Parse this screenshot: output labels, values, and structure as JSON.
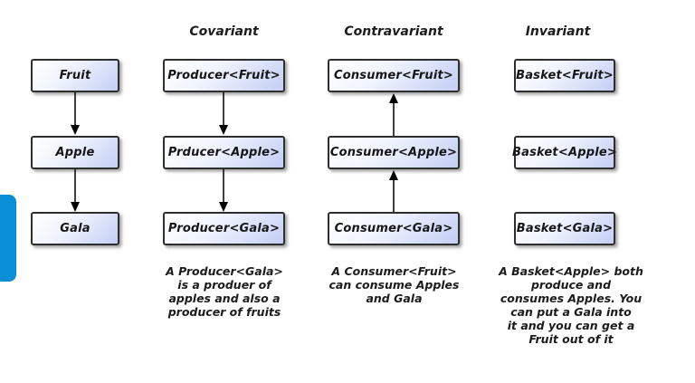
{
  "diagram": {
    "accent_colors": {
      "side_tab_blue": "#0a8fd6",
      "box_fill_light": "#ffffff",
      "box_fill_dark": "#c4cef5",
      "box_border": "#2e2e2e",
      "arrow_color": "#000000"
    },
    "columns": [
      {
        "header": "",
        "boxes": [
          "Fruit",
          "Apple",
          "Gala"
        ],
        "arrows": "down",
        "caption": ""
      },
      {
        "header": "Covariant",
        "boxes": [
          "Producer<Fruit>",
          "Prducer<Apple>",
          "Producer<Gala>"
        ],
        "arrows": "down",
        "caption": "A Producer<Gala>\nis a produer of\napples and also a\nproducer of fruits"
      },
      {
        "header": "Contravariant",
        "boxes": [
          "Consumer<Fruit>",
          "Consumer<Apple>",
          "Consumer<Gala>"
        ],
        "arrows": "up",
        "caption": "A Consumer<Fruit>\ncan consume Apples\nand Gala"
      },
      {
        "header": "Invariant",
        "boxes": [
          "Basket<Fruit>",
          "Basket<Apple>",
          "Basket<Gala>"
        ],
        "arrows": "none",
        "caption": "A Basket<Apple> both\nproduce and\nconsumes Apples. You\ncan put a Gala into\nit and you can get a\nFruit out of it"
      }
    ]
  }
}
